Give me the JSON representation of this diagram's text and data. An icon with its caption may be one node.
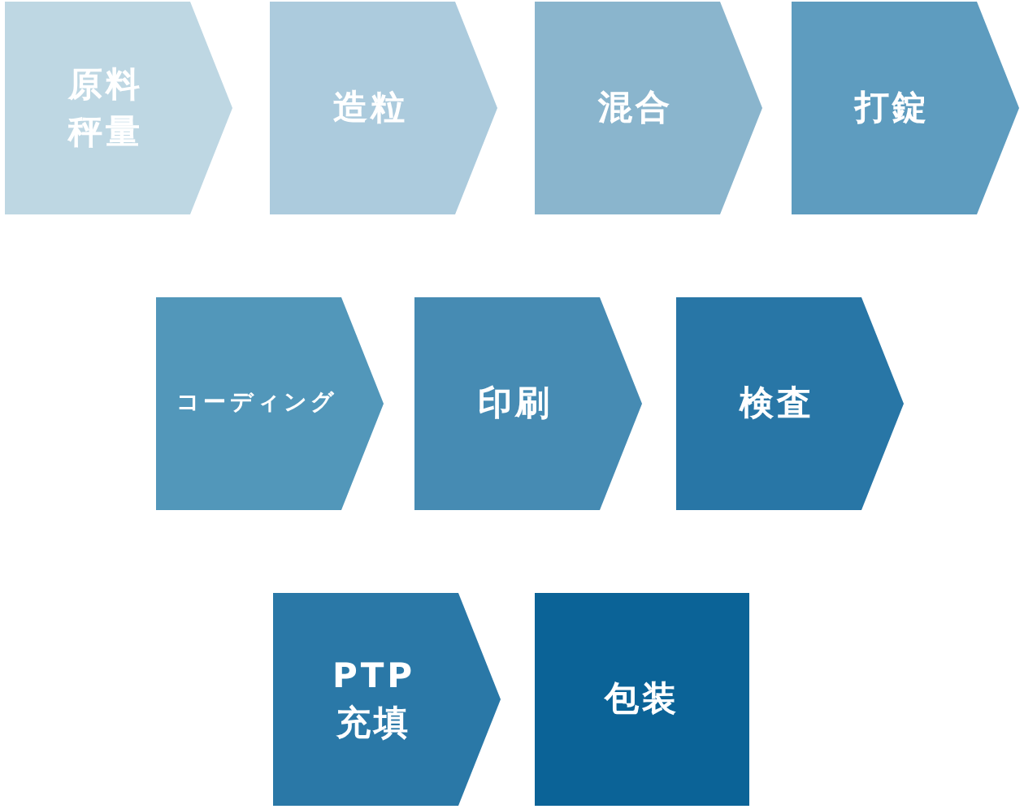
{
  "diagram": {
    "nodes": [
      {
        "text": [
          "原料秤量"
        ]
      },
      {
        "text": [
          "造粒"
        ]
      },
      {
        "text": [
          "混合"
        ]
      },
      {
        "text": [
          "打錠"
        ]
      },
      {
        "text": [
          "コーディング"
        ]
      },
      {
        "text": [
          "印刷"
        ]
      },
      {
        "text": [
          "検査"
        ]
      },
      {
        "text": [
          "PTP充填"
        ]
      },
      {
        "text": [
          "包装"
        ]
      }
    ]
  }
}
